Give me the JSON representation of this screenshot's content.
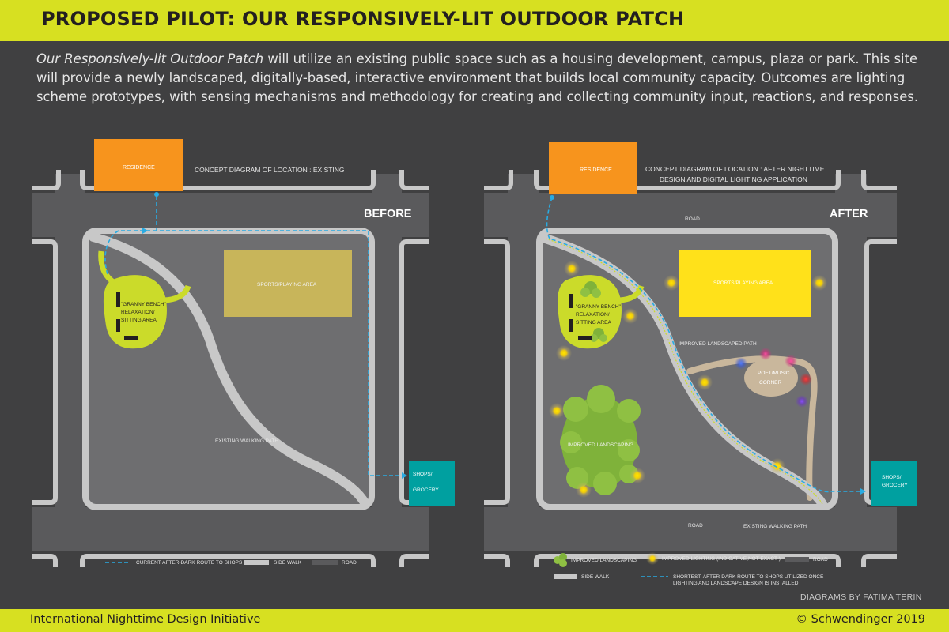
{
  "header": {
    "title": "PROPOSED PILOT: OUR RESPONSIVELY-LIT OUTDOOR PATCH"
  },
  "intro": {
    "emphasis": "Our Responsively-lit Outdoor Patch",
    "text": " will utilize an existing public space such as a housing development, campus, plaza or park. This site will provide  a newly landscaped, digitally-based, interactive environment that builds local community capacity. Outcomes are lighting scheme prototypes, with sensing mechanisms and methodology for creating and collecting community input, reactions, and responses."
  },
  "before": {
    "residence": "RESIDENCE",
    "concept_title": "CONCEPT DIAGRAM OF LOCATION :  EXISTING",
    "state_label": "BEFORE",
    "sports_area": "SPORTS/PLAYING AREA",
    "bench_line1": "\"GRANNY BENCH\"",
    "bench_line2": "RELAXATION/",
    "bench_line3": "SITTING AREA",
    "walking_path": "EXISTING WALKING PATH",
    "shops_line1": "SHOPS/",
    "shops_line2": "GROCERY",
    "legend": {
      "route": "CURRENT AFTER-DARK ROUTE TO SHOPS",
      "sidewalk": "SIDE WALK",
      "road": "ROAD"
    }
  },
  "after": {
    "residence": "RESIDENCE",
    "concept_title_line1": "CONCEPT DIAGRAM OF LOCATION :  AFTER NIGHTTIME",
    "concept_title_line2": "DESIGN AND DIGITAL LIGHTING APPLICATION",
    "state_label": "AFTER",
    "road_top": "ROAD",
    "road_bottom": "ROAD",
    "sports_area": "SPORTS/PLAYING AREA",
    "bench_line1": "\"GRANNY BENCH\"",
    "bench_line2": "RELAXATION/",
    "bench_line3": "SITTING AREA",
    "improved_path": "IMPROVED LANDSCAPED PATH",
    "poet_line1": "POET/MUSIC",
    "poet_line2": "CORNER",
    "improved_landscaping": "IMPROVED LANDSCAPING",
    "existing_walking_path": "EXISTING WALKING PATH",
    "shops_line1": "SHOPS/",
    "shops_line2": "GROCERY",
    "legend": {
      "landscaping": "IMPROVED LANDSCAPING",
      "lighting": "IMPROVED LIGHTING  (INDICATIVE,NOT EXACT )",
      "road": "ROAD",
      "sidewalk": "SIDE WALK",
      "route_line1": "SHORTEST, AFTER-DARK ROUTE TO SHOPS UTILIZED ONCE",
      "route_line2": "LIGHTING AND LANDSCAPE DESIGN IS INSTALLED"
    }
  },
  "credit": "DIAGRAMS BY FATIMA TERIN",
  "footer": {
    "left": "International Nighttime Design Initiative",
    "right": "© Schwendinger 2019"
  },
  "colors": {
    "accent": "#d7e021",
    "background": "#404041",
    "road": "#5a5a5c",
    "sidewalk": "#c8c8c8",
    "residence": "#f7941d",
    "shops": "#00a0a0",
    "sports_before": "#c8b55a",
    "sports_after": "#ffe11a",
    "green": "#cbdb2a",
    "route": "#29abe2",
    "poet_path": "#c9b79c"
  }
}
